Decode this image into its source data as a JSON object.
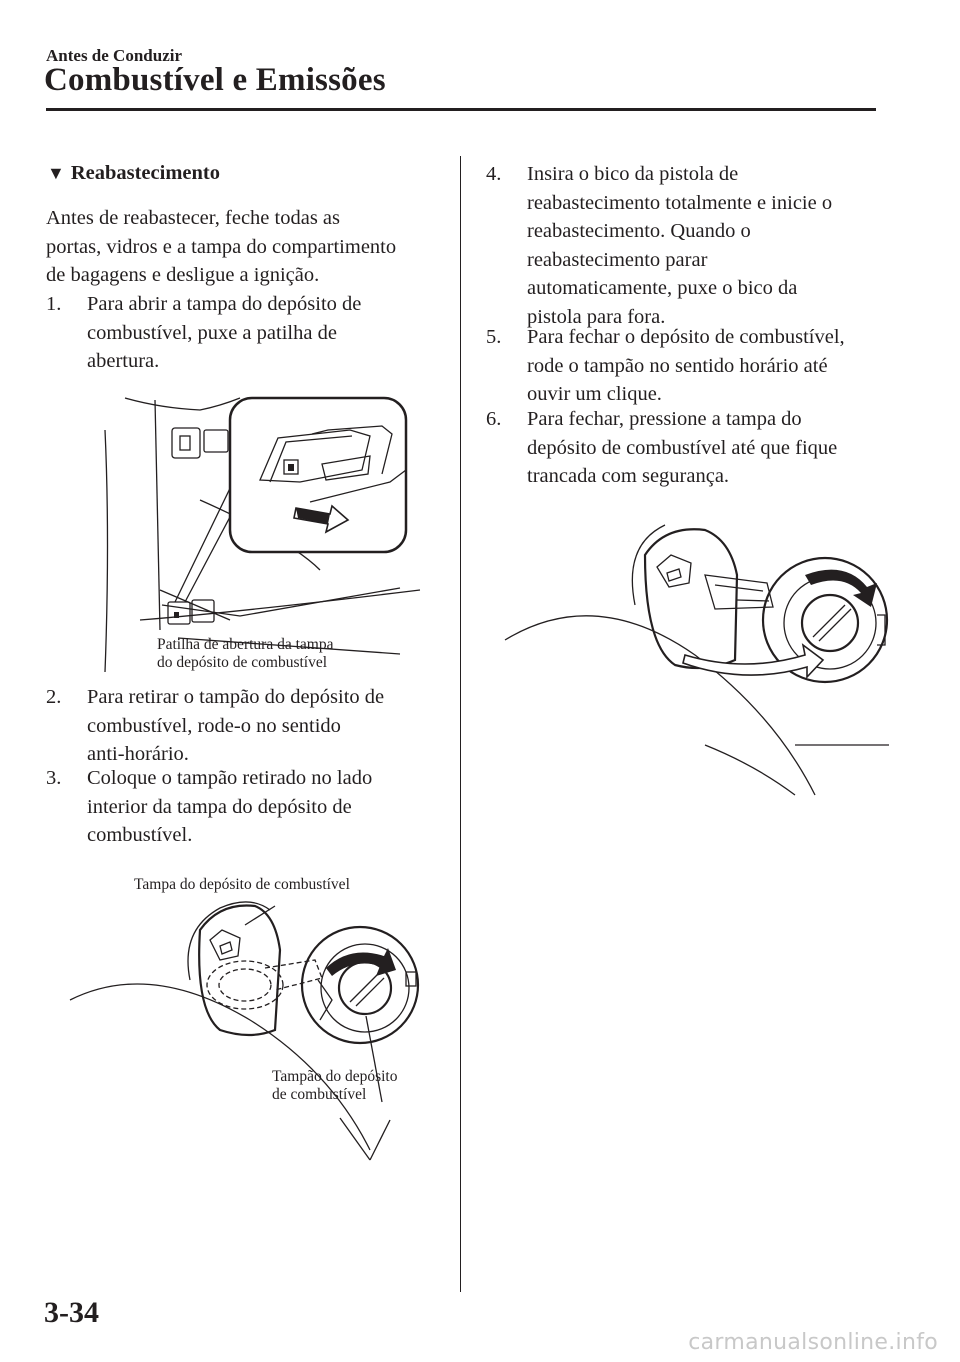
{
  "header": {
    "section": "Antes de Conduzir",
    "chapter": "Combustível e Emissões"
  },
  "left_column": {
    "heading_symbol": "▼",
    "heading": "Reabastecimento",
    "intro_lines": [
      "Antes de reabastecer, feche todas as",
      "portas, vidros e a tampa do compartimento",
      "de bagagens e desligue a ignição."
    ],
    "step1": {
      "num": "1.",
      "lines": [
        "Para abrir a tampa do depósito de",
        "combustível, puxe a patilha de",
        "abertura."
      ]
    },
    "figure1_caption": [
      "Patilha de abertura da tampa",
      "do depósito de combustível"
    ],
    "step2": {
      "num": "2.",
      "lines": [
        "Para retirar o tampão do depósito de",
        "combustível, rode-o no sentido",
        "anti-horário."
      ]
    },
    "step3": {
      "num": "3.",
      "lines": [
        "Coloque o tampão retirado no lado",
        "interior da tampa do depósito de",
        "combustível."
      ]
    },
    "figure2_caption_top": "Tampa do depósito de combustível",
    "figure2_caption_bottom": [
      "Tampão do depósito",
      "de combustível"
    ]
  },
  "right_column": {
    "step4": {
      "num": "4.",
      "lines": [
        "Insira o bico da pistola de",
        "reabastecimento totalmente e inicie o",
        "reabastecimento. Quando o",
        "reabastecimento parar",
        "automaticamente, puxe o bico da",
        "pistola para fora."
      ]
    },
    "step5": {
      "num": "5.",
      "lines": [
        "Para fechar o depósito de combustível,",
        "rode o tampão no sentido horário até",
        "ouvir um clique."
      ]
    },
    "step6": {
      "num": "6.",
      "lines": [
        "Para fechar, pressione a tampa do",
        "depósito de combustível até que fique",
        "trancada com segurança."
      ]
    }
  },
  "footer": {
    "page_number": "3-34",
    "watermark": "carmanualsonline.info"
  }
}
